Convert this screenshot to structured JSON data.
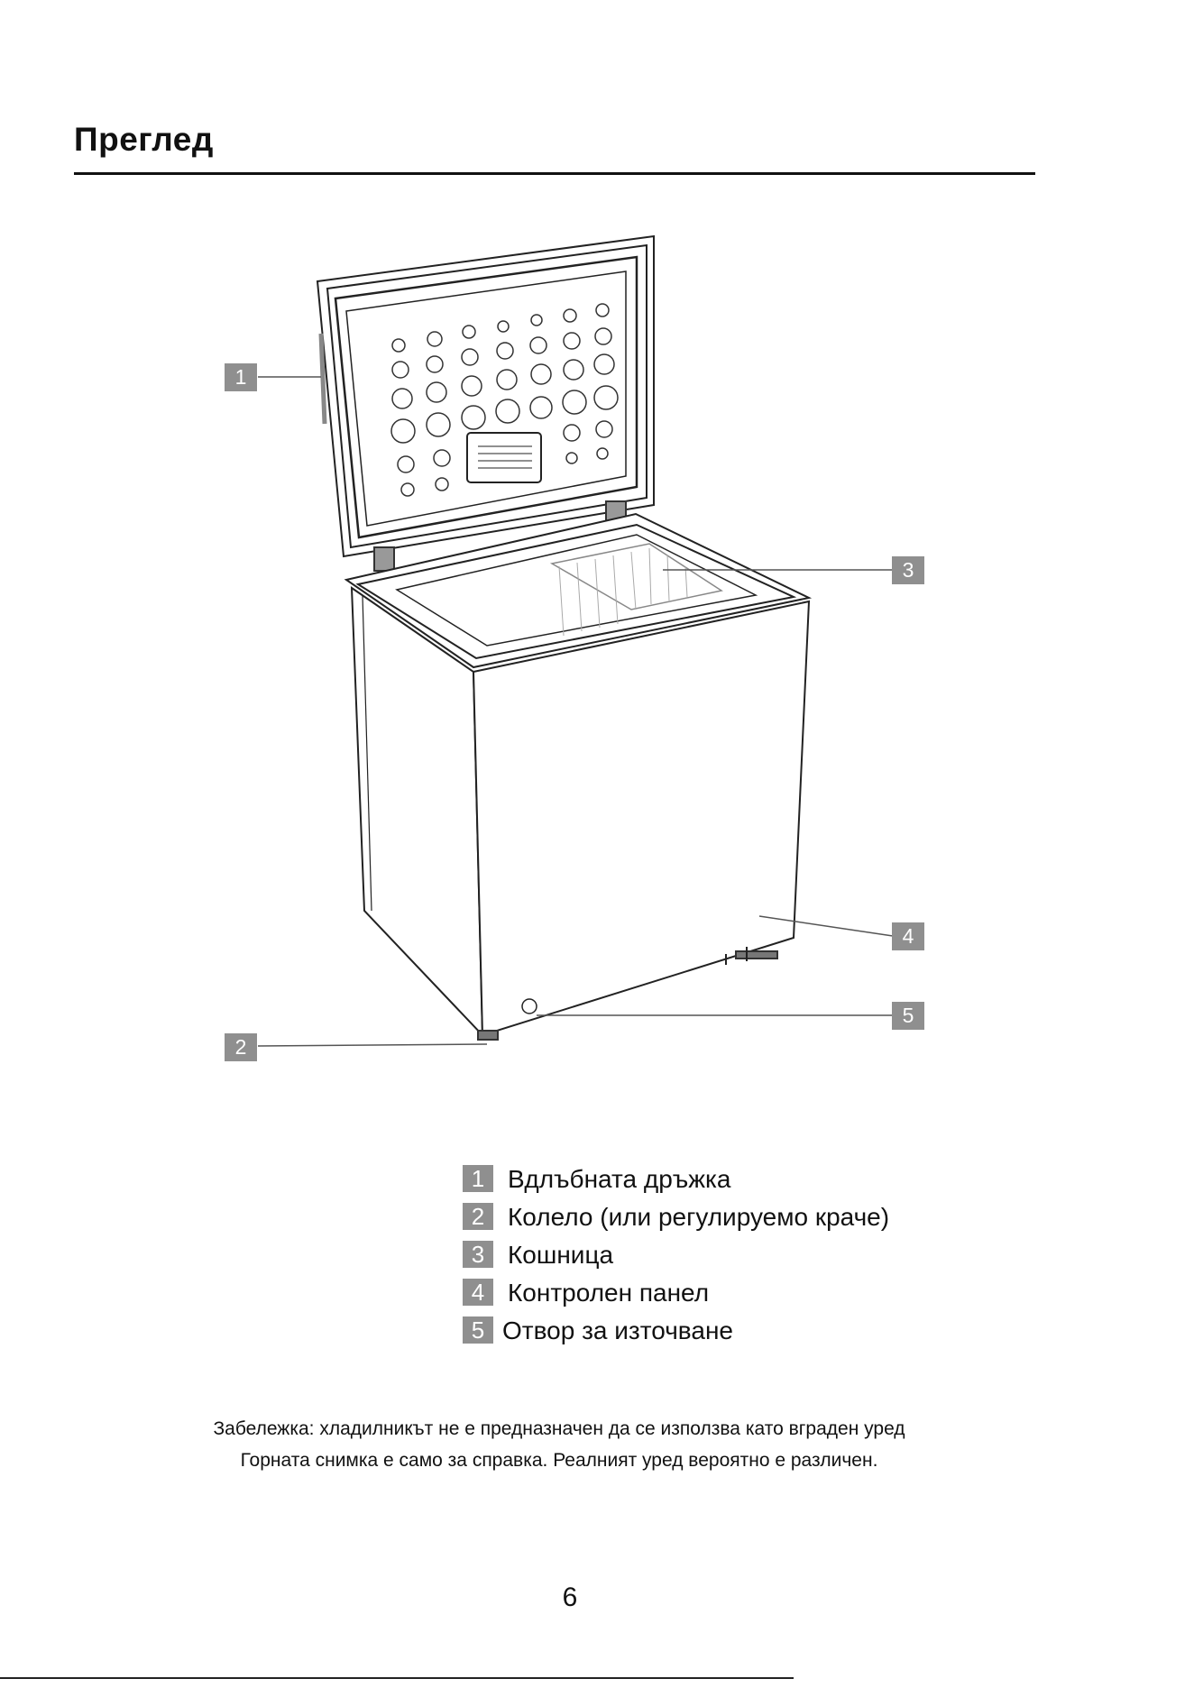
{
  "title": "Преглед",
  "callouts": [
    "1",
    "2",
    "3",
    "4",
    "5"
  ],
  "legend": [
    {
      "num": "1",
      "text": "Вдлъбната дръжка"
    },
    {
      "num": "2",
      "text": "Колело (или регулируемо краче)"
    },
    {
      "num": "3",
      "text": "Кошница"
    },
    {
      "num": "4",
      "text": "Контролен панел"
    },
    {
      "num": "5",
      "text": "Отвор за източване"
    }
  ],
  "note_line1": "Забележка: хладилникът не е предназначен да се използва като вграден уред",
  "note_line2": "Горната снимка е само за справка. Реалният уред вероятно е различен.",
  "page_number": "6"
}
